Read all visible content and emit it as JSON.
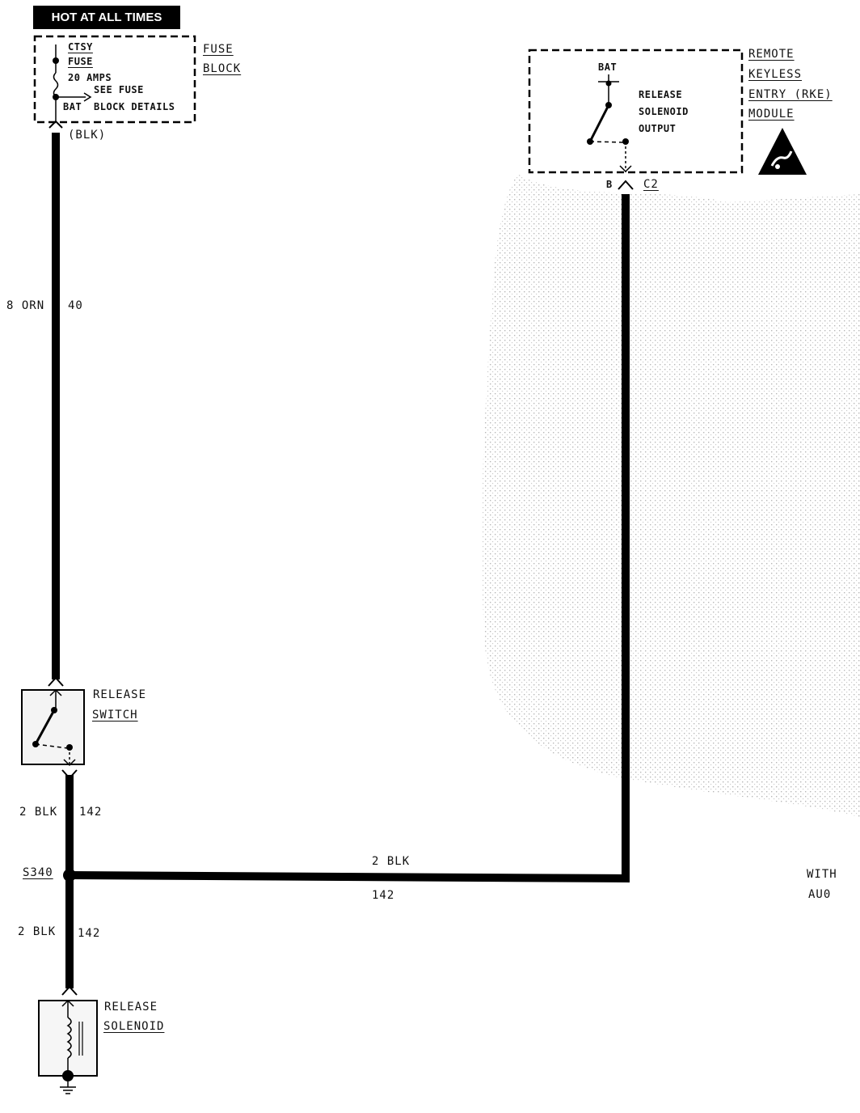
{
  "header": {
    "hot_label": "HOT AT ALL TIMES"
  },
  "fuse_block": {
    "title_line1": "FUSE",
    "title_line2": "BLOCK",
    "fuse_name_line1": "CTSY",
    "fuse_name_line2": "FUSE",
    "fuse_rating": "20 AMPS",
    "details_line1": "SEE FUSE",
    "details_line2": "BLOCK DETAILS",
    "bat_label": "BAT",
    "connector_label": "(BLK)"
  },
  "rke_module": {
    "title_line1": "REMOTE",
    "title_line2": "KEYLESS",
    "title_line3": "ENTRY (RKE)",
    "title_line4": "MODULE",
    "bat_label": "BAT",
    "output_line1": "RELEASE",
    "output_line2": "SOLENOID",
    "output_line3": "OUTPUT",
    "pin_label": "B",
    "connector_label": "C2",
    "esd_icon": "esd-warning-icon"
  },
  "wires": {
    "wire_40_size_color": "8 ORN",
    "wire_40_circuit": "40",
    "wire_142_upper_size_color": "2 BLK",
    "wire_142_upper_circuit": "142",
    "wire_142_horizontal_size_color": "2 BLK",
    "wire_142_horizontal_circuit": "142",
    "wire_142_lower_size_color": "2 BLK",
    "wire_142_lower_circuit": "142"
  },
  "release_switch": {
    "title_line1": "RELEASE",
    "title_line2": "SWITCH"
  },
  "splice": {
    "label": "S340"
  },
  "release_solenoid": {
    "title_line1": "RELEASE",
    "title_line2": "SOLENOID"
  },
  "option_note": {
    "line1": "WITH",
    "line2": "AU0"
  },
  "colors": {
    "wire": "#000000",
    "background": "#ffffff",
    "shading": "#c8c8c8"
  }
}
